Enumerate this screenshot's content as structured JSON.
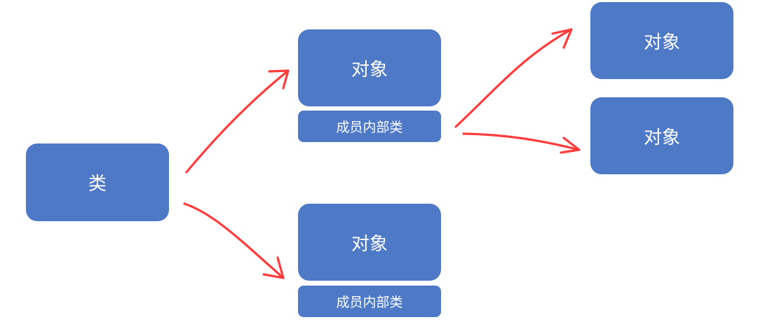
{
  "diagram": {
    "class_node": {
      "label": "类"
    },
    "object_top": {
      "label": "对象"
    },
    "member_inner_class_top": {
      "label": "成员内部类"
    },
    "object_bottom": {
      "label": "对象"
    },
    "member_inner_class_bottom": {
      "label": "成员内部类"
    },
    "object_right_top": {
      "label": "对象"
    },
    "object_right_bottom": {
      "label": "对象"
    }
  },
  "colors": {
    "node_fill": "#4e79c7",
    "node_text": "#ffffff",
    "arrow": "#ff3b3b"
  }
}
